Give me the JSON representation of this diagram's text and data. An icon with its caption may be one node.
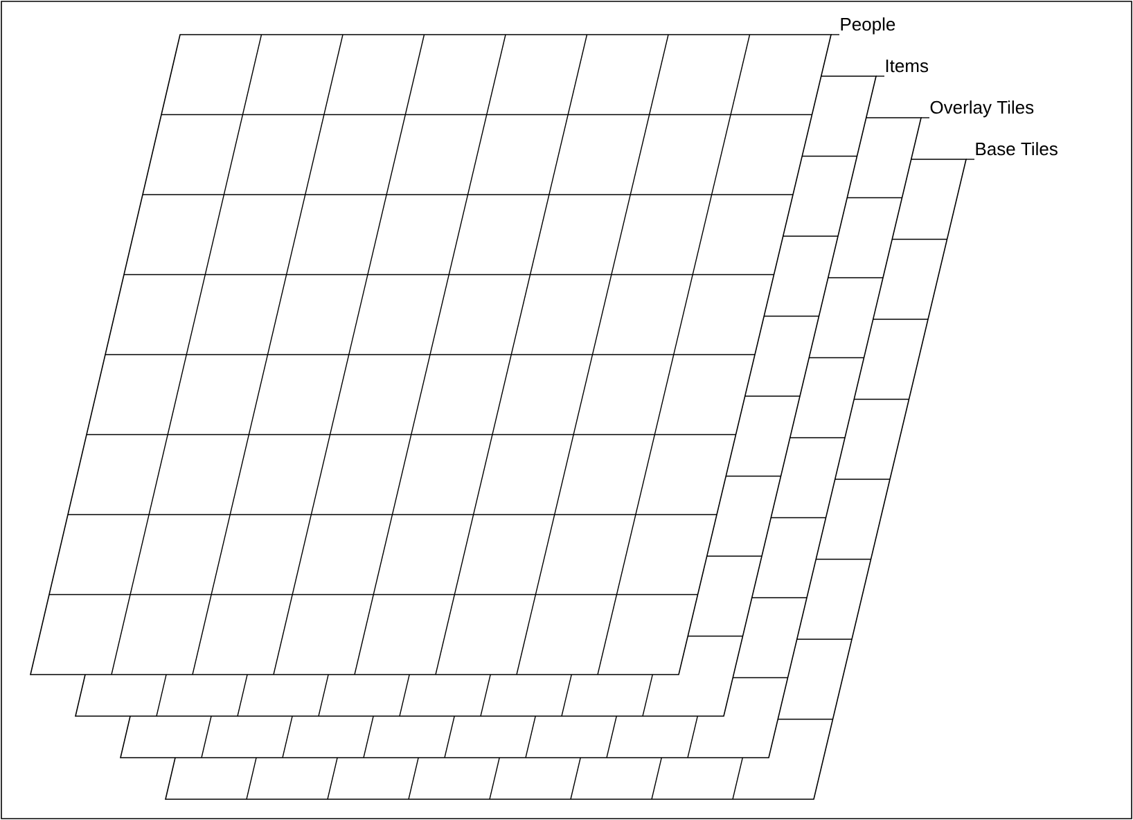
{
  "diagram": {
    "nodes": [
      {
        "text": [
          "People"
        ]
      },
      {
        "text": [
          "Items"
        ]
      },
      {
        "text": [
          "Overlay Tiles"
        ]
      },
      {
        "text": [
          "Base Tiles"
        ]
      }
    ]
  }
}
